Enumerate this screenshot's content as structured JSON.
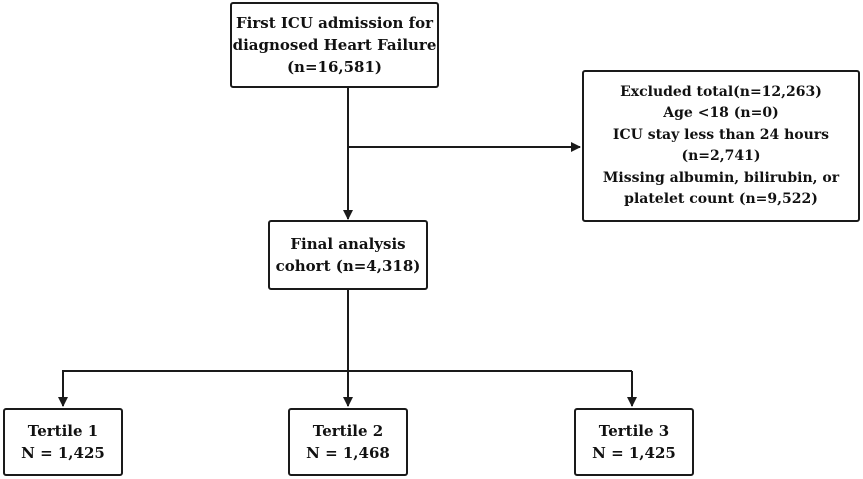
{
  "boxes": {
    "admission": {
      "line1": "First ICU admission for",
      "line2": "diagnosed Heart Failure",
      "line3": "(n=16,581)"
    },
    "excluded": {
      "line1": "Excluded total(n=12,263)",
      "line2": "Age <18 (n=0)",
      "line3": "ICU stay less than 24 hours",
      "line4": "(n=2,741)",
      "line5": "Missing albumin, bilirubin, or",
      "line6": "platelet count (n=9,522)"
    },
    "final_cohort": {
      "line1": "Final analysis",
      "line2": "cohort (n=4,318)"
    },
    "tertiles": [
      {
        "label": "Tertile 1",
        "count": "N = 1,425"
      },
      {
        "label": "Tertile 2",
        "count": "N = 1,468"
      },
      {
        "label": "Tertile 3",
        "count": "N = 1,425"
      }
    ]
  },
  "colors": {
    "line": "#1a1a1a",
    "box_border": "#1a1a1a",
    "background": "#ffffff"
  }
}
